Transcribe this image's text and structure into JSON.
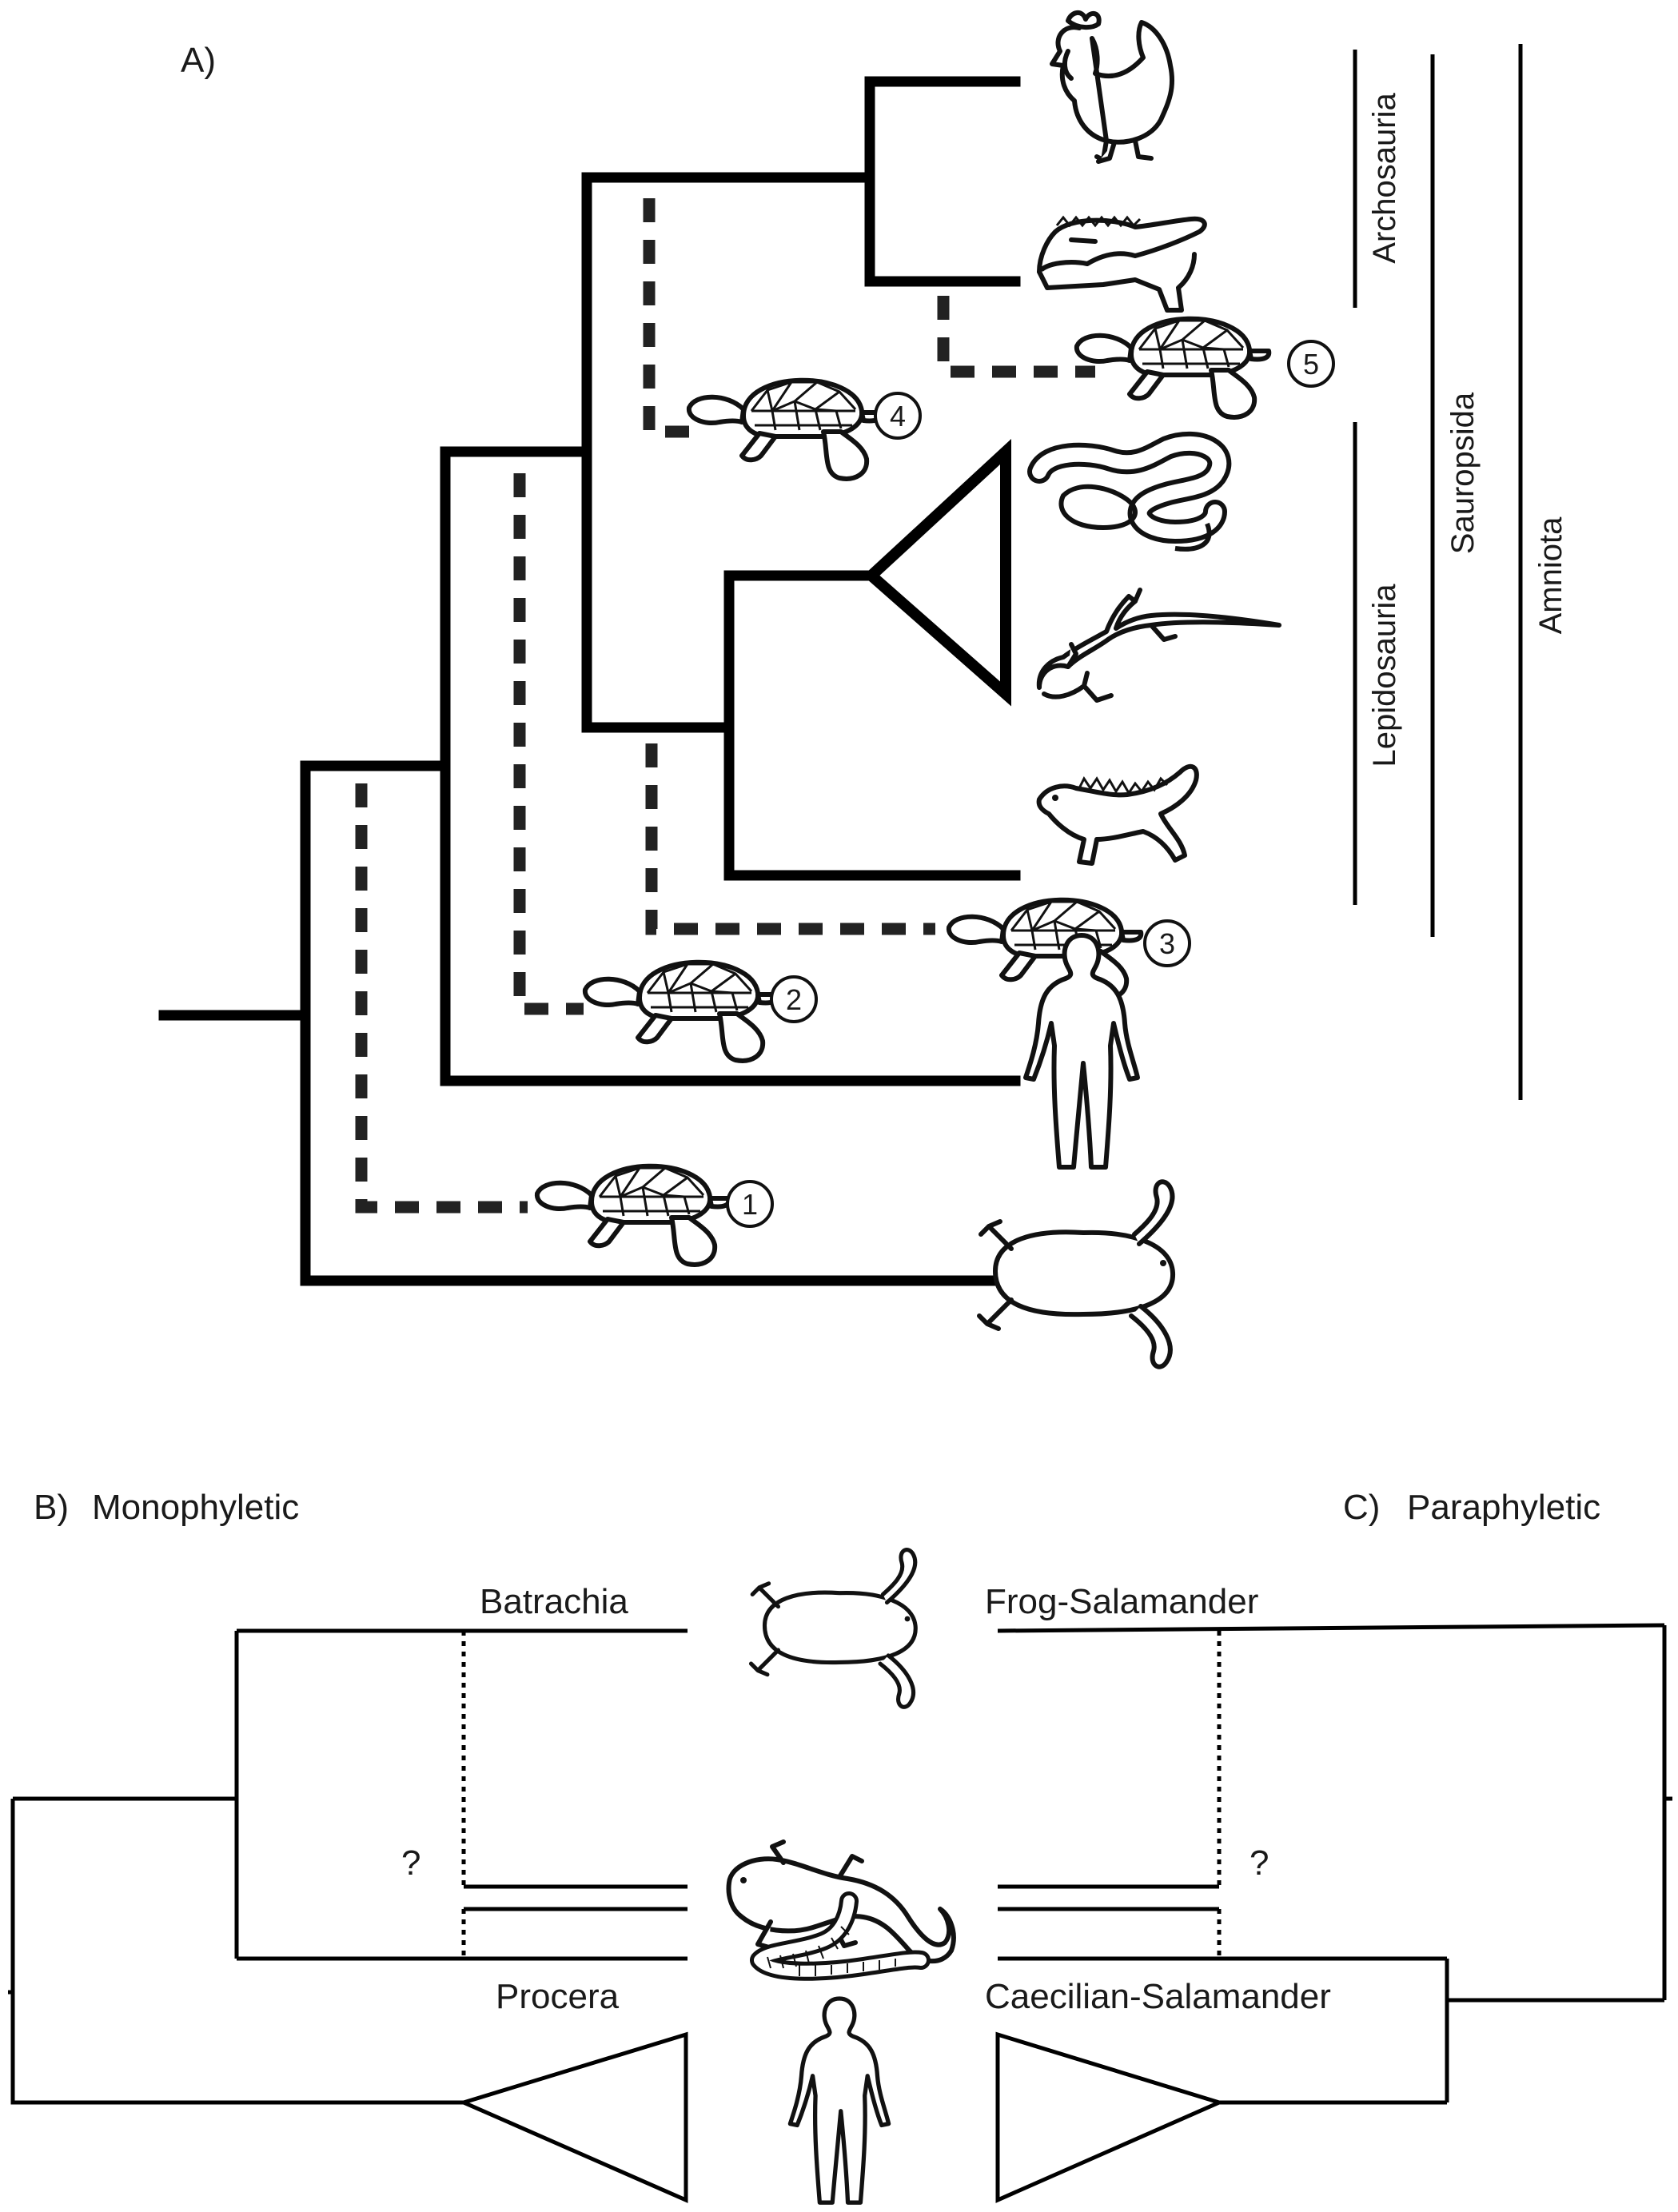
{
  "panels": {
    "a": {
      "label": "A)"
    },
    "b": {
      "label": "B)",
      "title": "Monophyletic"
    },
    "c": {
      "label": "C)",
      "title": "Paraphyletic"
    }
  },
  "clades": {
    "archosauria": "Archosauria",
    "lepidosauria": "Lepidosauria",
    "sauropsida": "Sauropsida",
    "amniota": "Amniota"
  },
  "turtle_positions": [
    "1",
    "2",
    "3",
    "4",
    "5"
  ],
  "panel_b": {
    "top": "Batrachia",
    "bottom": "Procera",
    "uncertain": "?"
  },
  "panel_c": {
    "top": "Frog-Salamander",
    "bottom": "Caecilian-Salamander",
    "uncertain": "?"
  },
  "icons": [
    "chicken-icon",
    "crocodile-icon",
    "snake-icon",
    "lizard-icon",
    "tuatara-icon",
    "human-icon",
    "frog-icon",
    "turtle-icon",
    "salamander-icon",
    "caecilian-icon"
  ]
}
